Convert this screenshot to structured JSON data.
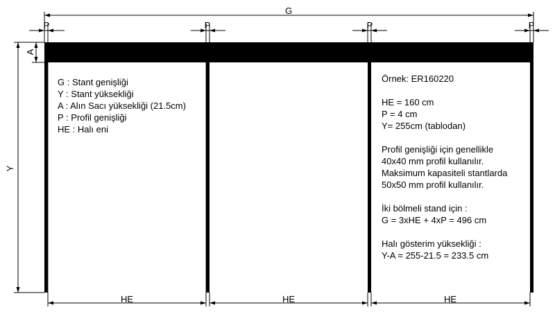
{
  "labels": {
    "g": "G",
    "y": "Y",
    "a": "A",
    "p": "P",
    "he": "HE"
  },
  "legend": [
    "G : Stant genişliği",
    "Y : Stant yüksekliği",
    "A : Alın Sacı yüksekliği (21.5cm)",
    "P : Profil genişliği",
    "HE : Halı eni"
  ],
  "example": {
    "title": "Örnek: ER160220",
    "params": [
      "HE = 160 cm",
      "P = 4 cm",
      "Y= 255cm (tablodan)"
    ],
    "profile_note": [
      "Profil genişliği için genellikle",
      "40x40 mm profil kullanılır.",
      "Maksimum kapasiteli stantlarda",
      "50x50 mm profil kullanılır."
    ],
    "width_calc": [
      "İki bölmeli stand için :",
      "G = 3xHE + 4xP = 496 cm"
    ],
    "height_calc": [
      "Halı gösterim yüksekliği :",
      "Y-A = 255-21.5 = 233.5 cm"
    ]
  }
}
